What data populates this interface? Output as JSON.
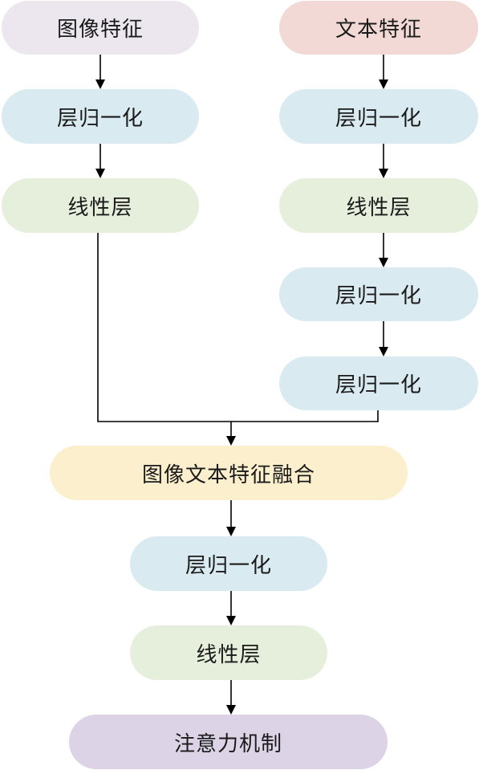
{
  "colors": {
    "image_feature": "#ECE6EE",
    "text_feature": "#F2D9D6",
    "layer_norm": "#D9EBF1",
    "linear": "#E6EFDC",
    "fusion": "#FBEFCD",
    "attention": "#DCD3E6",
    "line": "#000000"
  },
  "nodes": {
    "image_feature": "图像特征",
    "text_feature": "文本特征",
    "left_layer_norm": "层归一化",
    "left_linear": "线性层",
    "right_layer_norm_1": "层归一化",
    "right_linear": "线性层",
    "right_layer_norm_2": "层归一化",
    "right_layer_norm_3": "层归一化",
    "fusion": "图像文本特征融合",
    "bottom_layer_norm": "层归一化",
    "bottom_linear": "线性层",
    "attention": "注意力机制"
  }
}
